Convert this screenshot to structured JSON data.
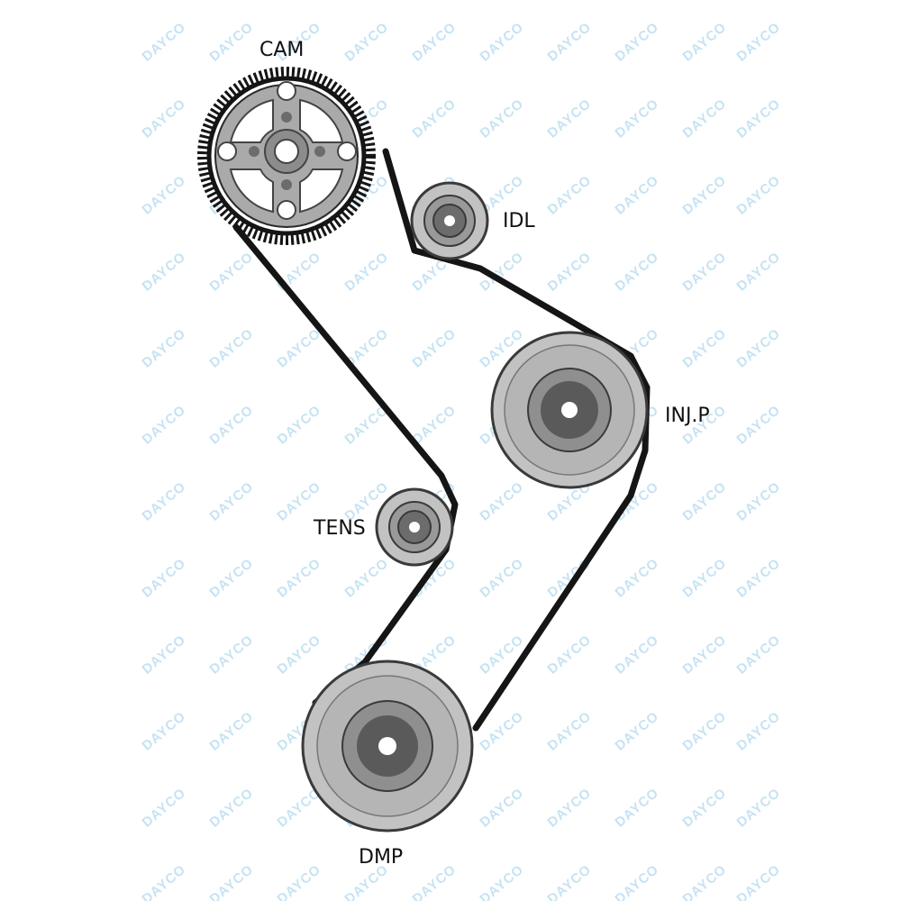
{
  "watermark": {
    "text": "DAYCO",
    "color": "#c6e3f3"
  },
  "colors": {
    "belt": "#151515",
    "pulley_face": "#c2c2c2",
    "pulley_edge": "#3a3a3a",
    "pulley_mid": "#999999",
    "pulley_hub": "#6c6c6c",
    "pulley_core": "#4a4a4a"
  },
  "labels": {
    "cam": "CAM",
    "idl": "IDL",
    "injp": "INJ.P",
    "tens": "TENS",
    "dmp": "DMP"
  }
}
